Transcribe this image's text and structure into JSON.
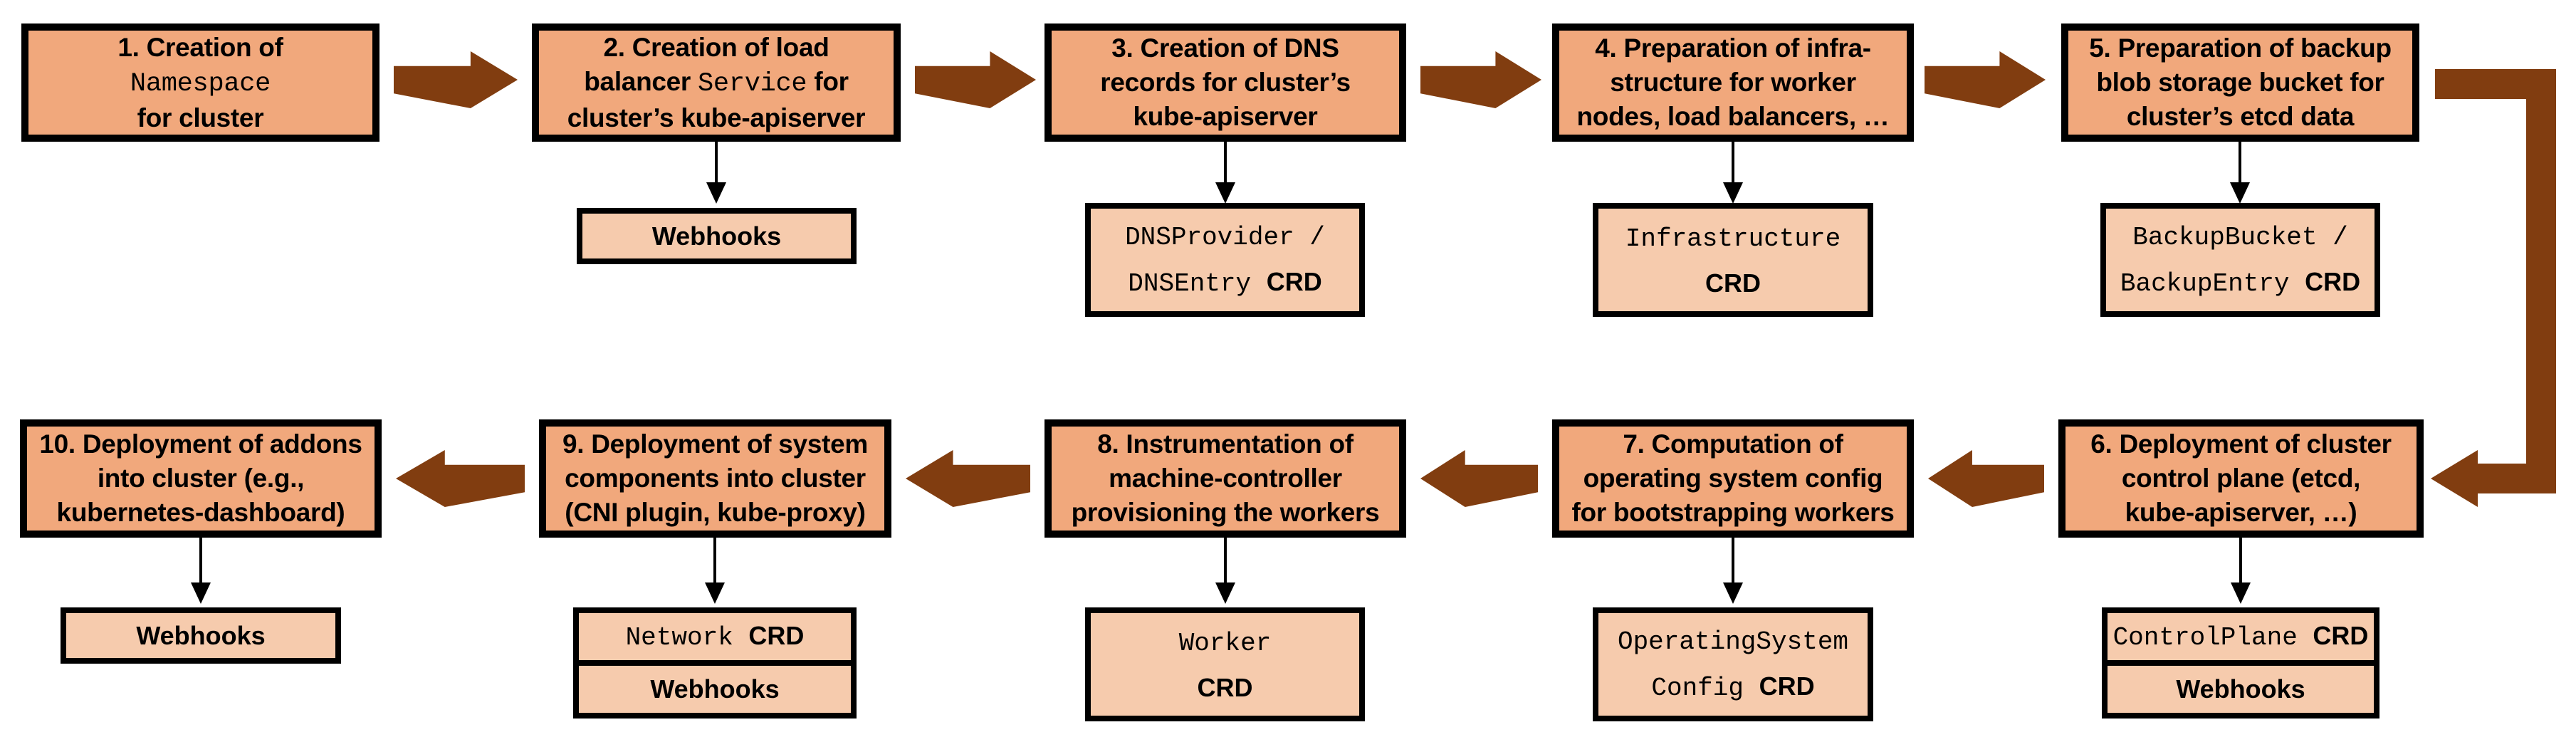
{
  "diagram": {
    "colors": {
      "step_fill": "#F1A87C",
      "detail_fill": "#F6CBAD",
      "arrow_brown": "#813D10",
      "border": "#000000",
      "background": "#FFFFFF"
    },
    "steps": [
      {
        "num": "1",
        "lines": [
          [
            {
              "t": "1. Creation of"
            }
          ],
          [
            {
              "t": "Namespace",
              "mono": true
            }
          ],
          [
            {
              "t": "for cluster"
            }
          ]
        ]
      },
      {
        "num": "2",
        "lines": [
          [
            {
              "t": "2. Creation of load"
            }
          ],
          [
            {
              "t": "balancer "
            },
            {
              "t": "Service",
              "mono": true
            },
            {
              "t": " for"
            }
          ],
          [
            {
              "t": "cluster’s kube-apiserver"
            }
          ]
        ],
        "sub_lines": [
          [
            {
              "t": "Webhooks"
            }
          ]
        ]
      },
      {
        "num": "3",
        "lines": [
          [
            {
              "t": "3. Creation of DNS"
            }
          ],
          [
            {
              "t": "records for cluster’s"
            }
          ],
          [
            {
              "t": "kube-apiserver"
            }
          ]
        ],
        "sub_lines": [
          [
            {
              "t": "DNSProvider /",
              "mono": true
            }
          ],
          [
            {
              "t": "DNSEntry ",
              "mono": true
            },
            {
              "t": "CRD"
            }
          ]
        ]
      },
      {
        "num": "4",
        "lines": [
          [
            {
              "t": "4. Preparation of infra-"
            }
          ],
          [
            {
              "t": "structure for worker"
            }
          ],
          [
            {
              "t": "nodes, load balancers, …"
            }
          ]
        ],
        "sub_lines": [
          [
            {
              "t": "Infrastructure",
              "mono": true
            }
          ],
          [
            {
              "t": "CRD"
            }
          ]
        ]
      },
      {
        "num": "5",
        "lines": [
          [
            {
              "t": "5. Preparation of backup"
            }
          ],
          [
            {
              "t": "blob storage bucket for"
            }
          ],
          [
            {
              "t": "cluster’s etcd data"
            }
          ]
        ],
        "sub_lines": [
          [
            {
              "t": "BackupBucket /",
              "mono": true
            }
          ],
          [
            {
              "t": "BackupEntry ",
              "mono": true
            },
            {
              "t": "CRD"
            }
          ]
        ]
      },
      {
        "num": "6",
        "lines": [
          [
            {
              "t": "6. Deployment of cluster"
            }
          ],
          [
            {
              "t": "control plane (etcd,"
            }
          ],
          [
            {
              "t": "kube-apiserver, …)"
            }
          ]
        ],
        "sub_rows": [
          [
            [
              {
                "t": "ControlPlane ",
                "mono": true
              },
              {
                "t": "CRD"
              }
            ]
          ],
          [
            [
              {
                "t": "Webhooks"
              }
            ]
          ]
        ]
      },
      {
        "num": "7",
        "lines": [
          [
            {
              "t": "7. Computation of"
            }
          ],
          [
            {
              "t": "operating system config"
            }
          ],
          [
            {
              "t": "for bootstrapping workers"
            }
          ]
        ],
        "sub_lines": [
          [
            {
              "t": "OperatingSystem",
              "mono": true
            }
          ],
          [
            {
              "t": "Config ",
              "mono": true
            },
            {
              "t": "CRD"
            }
          ]
        ]
      },
      {
        "num": "8",
        "lines": [
          [
            {
              "t": "8. Instrumentation of"
            }
          ],
          [
            {
              "t": "machine-controller"
            }
          ],
          [
            {
              "t": "provisioning the workers"
            }
          ]
        ],
        "sub_lines": [
          [
            {
              "t": "Worker",
              "mono": true
            }
          ],
          [
            {
              "t": "CRD"
            }
          ]
        ]
      },
      {
        "num": "9",
        "lines": [
          [
            {
              "t": "9. Deployment of system"
            }
          ],
          [
            {
              "t": "components into cluster"
            }
          ],
          [
            {
              "t": "(CNI plugin, kube-proxy)"
            }
          ]
        ],
        "sub_rows": [
          [
            [
              {
                "t": "Network ",
                "mono": true
              },
              {
                "t": "CRD"
              }
            ]
          ],
          [
            [
              {
                "t": "Webhooks"
              }
            ]
          ]
        ]
      },
      {
        "num": "10",
        "lines": [
          [
            {
              "t": "10. Deployment of addons"
            }
          ],
          [
            {
              "t": "into cluster (e.g.,"
            }
          ],
          [
            {
              "t": "kubernetes-dashboard)"
            }
          ]
        ],
        "sub_lines": [
          [
            {
              "t": "Webhooks"
            }
          ]
        ]
      }
    ],
    "flow": [
      "1→2",
      "2→3",
      "3→4",
      "4→5",
      "5→6",
      "6→7",
      "7→8",
      "8→9",
      "9→10"
    ]
  }
}
